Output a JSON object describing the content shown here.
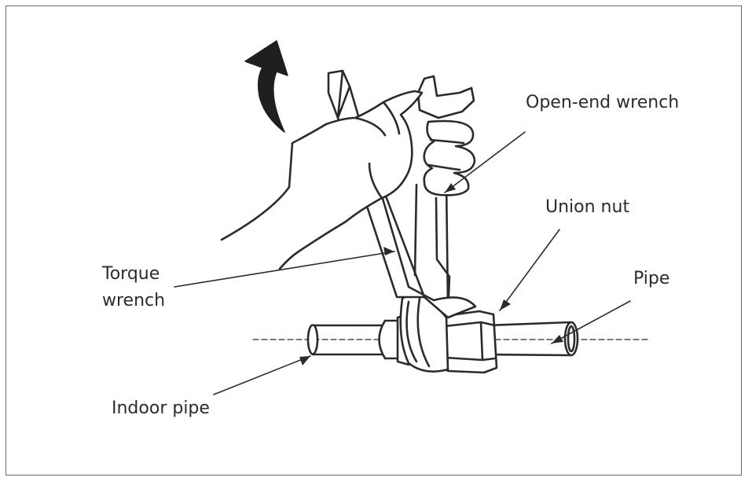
{
  "labels": {
    "open_end_wrench": "Open-end wrench",
    "union_nut": "Union nut",
    "torque_wrench_line1": "Torque",
    "torque_wrench_line2": "wrench",
    "pipe": "Pipe",
    "indoor_pipe": "Indoor pipe"
  },
  "colors": {
    "stroke": "#2b2b2b",
    "frame": "#6a6a6a",
    "arrow_fill": "#1f1f1f"
  }
}
